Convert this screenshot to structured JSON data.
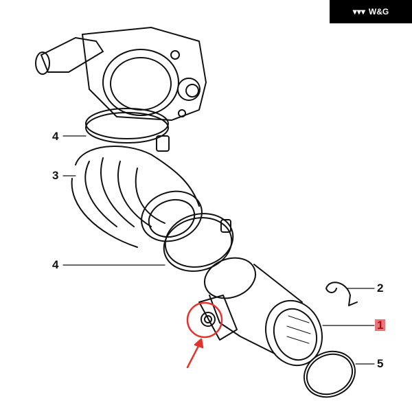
{
  "logo": {
    "text": "W&G",
    "mark": "▾▾▾"
  },
  "callouts": [
    {
      "number": "4"
    },
    {
      "number": "3"
    },
    {
      "number": "4"
    },
    {
      "number": "2"
    },
    {
      "number": "1",
      "highlighted": true
    },
    {
      "number": "5"
    }
  ],
  "colors": {
    "highlight": "#e8757a",
    "annotation": "#e5322d",
    "line": "#111111"
  }
}
